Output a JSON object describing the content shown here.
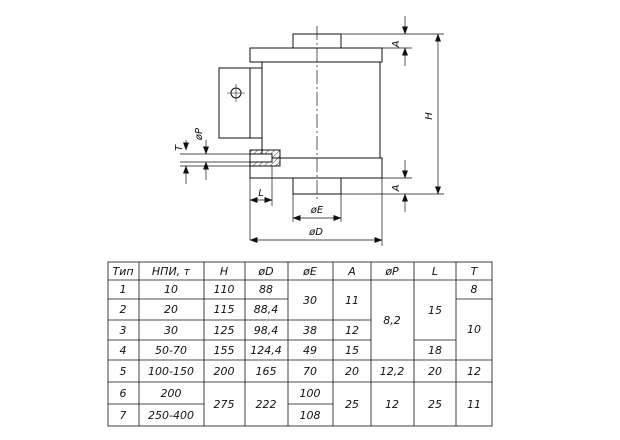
{
  "drawing": {
    "dims": {
      "a_top": "A",
      "h": "H",
      "a_bottom": "A",
      "t": "T",
      "p": "øP",
      "l": "L",
      "e": "øE",
      "d": "øD"
    }
  },
  "table": {
    "headers": [
      "Тип",
      "НПИ, т",
      "H",
      "øD",
      "øE",
      "A",
      "øP",
      "L",
      "T"
    ],
    "rows": [
      [
        "1",
        "10",
        "110",
        "88"
      ],
      [
        "2",
        "20",
        "115",
        "88,4"
      ],
      [
        "3",
        "30",
        "125",
        "98,4",
        "38",
        "12"
      ],
      [
        "4",
        "50-70",
        "155",
        "124,4",
        "49",
        "15",
        "18"
      ],
      [
        "5",
        "100-150",
        "200",
        "165",
        "70",
        "20",
        "12,2",
        "20",
        "12"
      ],
      [
        "6",
        "200",
        "100"
      ],
      [
        "7",
        "250-400",
        "108"
      ]
    ],
    "merged": {
      "e_12": "30",
      "a_12": "11",
      "p_14": "8,2",
      "l_13": "15",
      "t_1": "8",
      "t_24": "10",
      "h_67": "275",
      "d_67": "222",
      "a_67": "25",
      "p_67": "12",
      "l_67": "25",
      "t_67": "11"
    }
  }
}
